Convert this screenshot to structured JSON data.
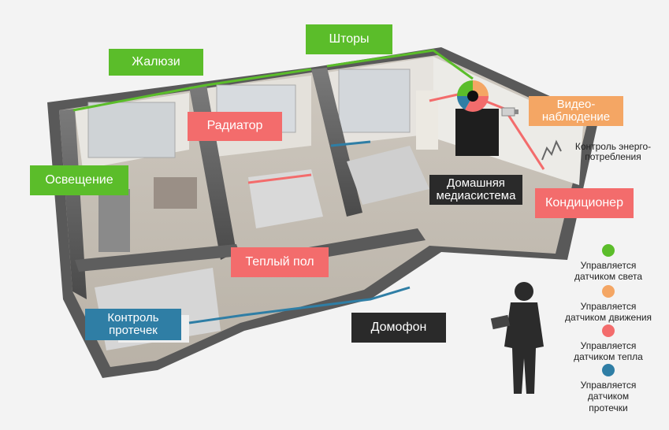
{
  "labels": {
    "zhaluzi": "Жалюзи",
    "shtory": "Шторы",
    "radiator": "Радиатор",
    "osveshchenie": "Освещение",
    "video_line1": "Видео-",
    "video_line2": "наблюдение",
    "energy_line1": "Контроль энерго-",
    "energy_line2": "потребления",
    "media_line1": "Домашняя",
    "media_line2": "медиасистема",
    "conditioner": "Кондиционер",
    "warm_floor": "Теплый пол",
    "leak_line1": "Контроль",
    "leak_line2": "протечек",
    "intercom": "Домофон"
  },
  "legend": [
    {
      "color": "#5bbd2a",
      "lines": [
        "Управляется",
        "датчиком света"
      ]
    },
    {
      "color": "#f4a664",
      "lines": [
        "Управляется",
        "датчиком движения"
      ]
    },
    {
      "color": "#f36c6c",
      "lines": [
        "Управляется",
        "датчиком тепла"
      ]
    },
    {
      "color": "#2f7ea5",
      "lines": [
        "Управляется",
        "датчиком",
        "протечки"
      ]
    }
  ],
  "colors": {
    "light": "#5bbd2a",
    "motion": "#f4a664",
    "heat": "#f36c6c",
    "leak": "#2f7ea5",
    "dark": "#2a2a2a"
  }
}
